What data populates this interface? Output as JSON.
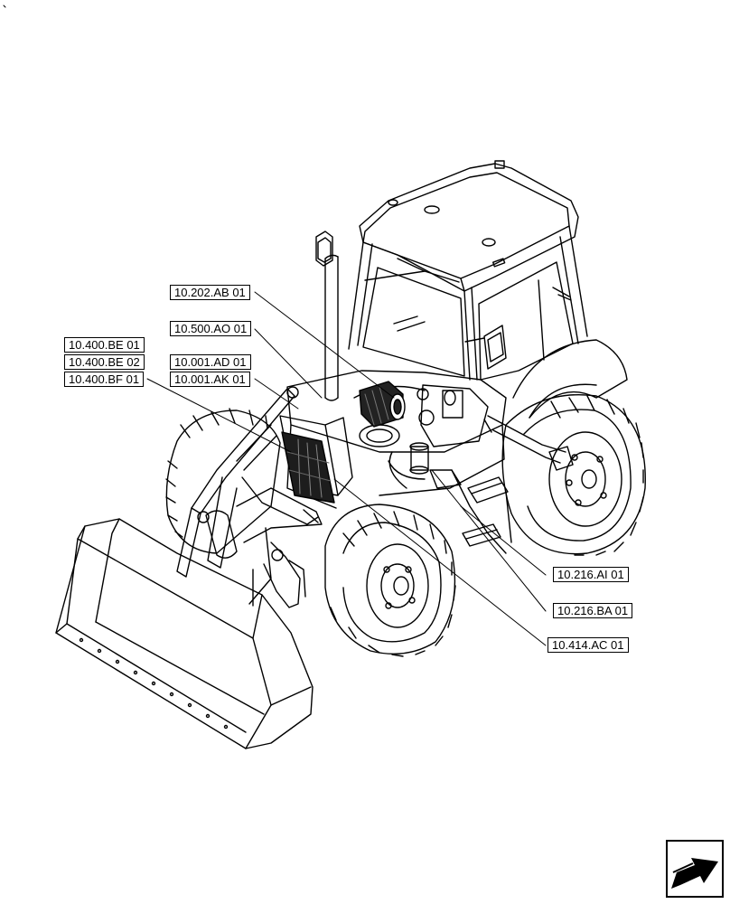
{
  "callouts": {
    "c_10_202_AB_01": "10.202.AB 01",
    "c_10_500_AO_01": "10.500.AO 01",
    "c_10_400_BE_01": "10.400.BE 01",
    "c_10_400_BE_02": "10.400.BE 02",
    "c_10_400_BF_01": "10.400.BF 01",
    "c_10_001_AD_01": "10.001.AD 01",
    "c_10_001_AK_01": "10.001.AK 01",
    "c_10_216_AI_01": "10.216.AI 01",
    "c_10_216_BA_01": "10.216.BA 01",
    "c_10_414_AC_01": "10.414.AC 01"
  },
  "icons": {
    "navigation": "next-page-arrow-icon"
  }
}
